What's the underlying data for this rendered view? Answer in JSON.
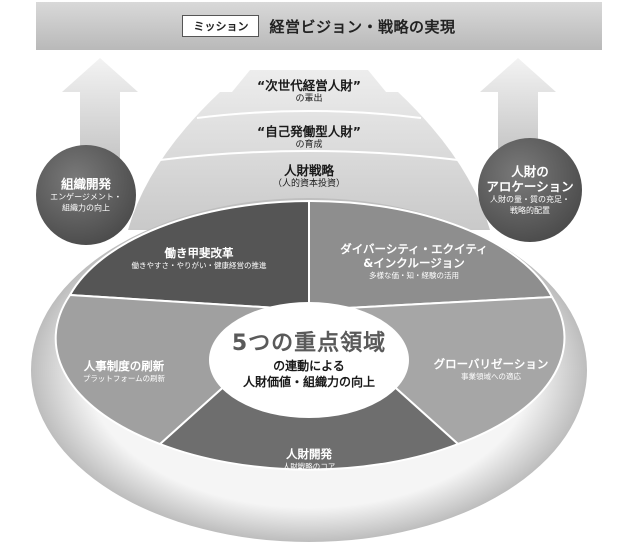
{
  "mission": {
    "tag": "ミッション",
    "title": "経営ビジョン・戦略の実現"
  },
  "pyramid": {
    "level1": {
      "main": "“次世代経営人財”",
      "sub": "の輩出"
    },
    "level2": {
      "main": "“自己発働型人財”",
      "sub": "の育成"
    },
    "level3": {
      "main": "人財戦略",
      "sub": "（人的資本投資）"
    }
  },
  "left_circle": {
    "main": "組織開発",
    "sub1": "エンゲージメント・",
    "sub2": "組織力の向上"
  },
  "right_circle": {
    "main1": "人財の",
    "main2": "アロケーション",
    "sub1": "人財の量・質の充足・",
    "sub2": "戦略的配置"
  },
  "segments": {
    "work": {
      "main": "働き甲斐改革",
      "sub": "働きやすさ・やりがい・健康経営の推進"
    },
    "diversity": {
      "main1": "ダイバーシティ・エクイティ",
      "main2": "&インクルージョン",
      "sub": "多様な価・知・経験の活用"
    },
    "global": {
      "main": "グローバリゼーション",
      "sub": "事業領域への適応"
    },
    "development": {
      "main": "人財開発",
      "sub": "人財戦略のコア"
    },
    "system": {
      "main": "人事制度の刷新",
      "sub": "プラットフォームの刷新"
    }
  },
  "center": {
    "title": "5つの重点領域",
    "sub1": "の連動による",
    "sub2": "人財価値・組織力の向上"
  }
}
